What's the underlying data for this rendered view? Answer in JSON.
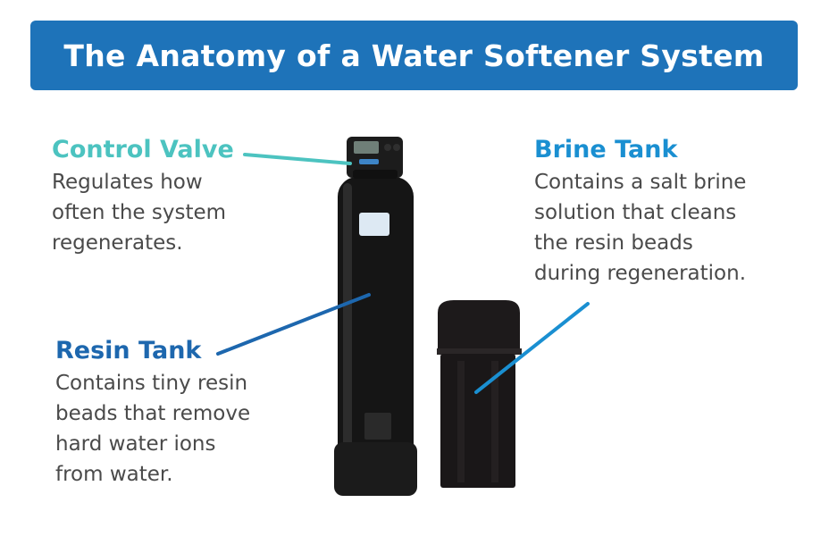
{
  "title": "The Anatomy of a Water Softener System",
  "colors": {
    "banner": "#1e73b9",
    "control_valve": "#4cc3c0",
    "brine_tank": "#1a8fd1",
    "resin_tank": "#1d67ae",
    "body_text": "#4a4a4a"
  },
  "labels": {
    "control_valve": {
      "heading": "Control Valve",
      "description": "Regulates how\noften the system\nregenerates."
    },
    "brine_tank": {
      "heading": "Brine Tank",
      "description": "Contains a salt brine\nsolution that cleans\nthe resin beads\nduring regeneration."
    },
    "resin_tank": {
      "heading": "Resin Tank",
      "description": "Contains tiny resin\nbeads that remove\nhard water ions\nfrom water."
    }
  }
}
